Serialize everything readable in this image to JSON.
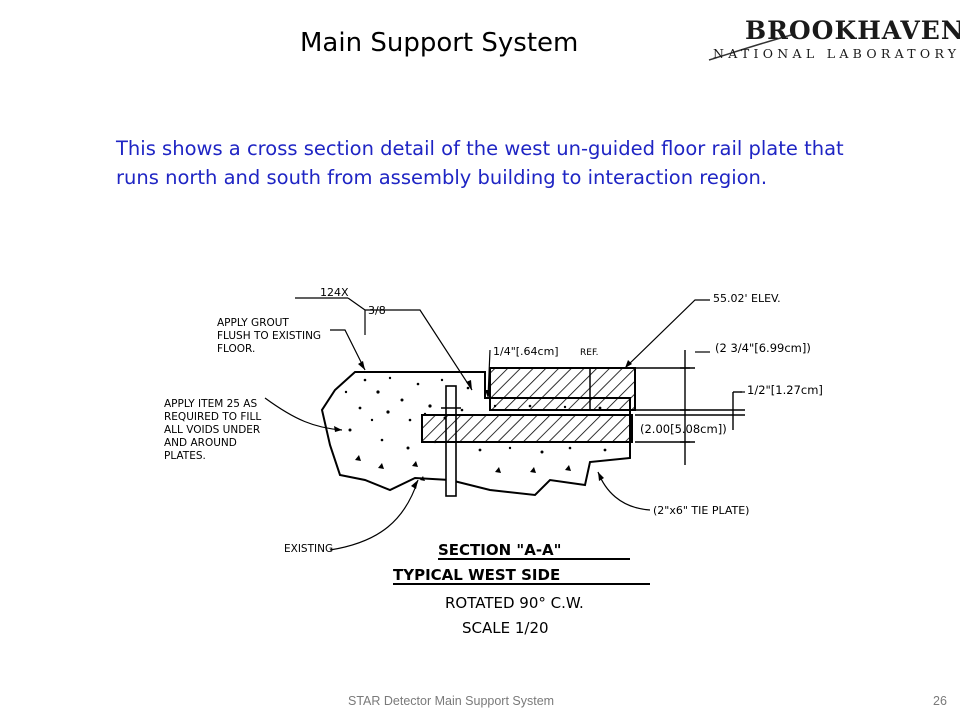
{
  "slide": {
    "title": "Main Support System",
    "description": "This shows a cross section detail of the west un-guided floor rail plate that runs north and south from assembly building to interaction region.",
    "footer": "STAR Detector Main Support System",
    "page_number": "26"
  },
  "logo": {
    "name": "BROOKHAVEN",
    "subtitle": "NATIONAL LABORATORY"
  },
  "drawing": {
    "weld_quantity": "124X",
    "weld_size": "3/8",
    "note_grout": [
      "APPLY GROUT",
      "FLUSH TO EXISTING",
      "FLOOR."
    ],
    "note_item25": [
      "APPLY ITEM 25 AS",
      "REQUIRED TO FILL",
      "ALL VOIDS UNDER",
      "AND AROUND",
      "PLATES."
    ],
    "note_existing": "EXISTING",
    "ref_quarter": "1/4\"[.64cm]",
    "ref_label": "REF.",
    "elevation": "55.02' ELEV.",
    "dim_top": "(2 3/4\"[6.99cm])",
    "dim_half": "1/2\"[1.27cm]",
    "dim_two": "(2.00[5.08cm])",
    "tie_plate": "(2\"x6\" TIE PLATE)",
    "section_title": "SECTION \"A-A\"",
    "section_subtitle": "TYPICAL WEST SIDE",
    "rotated": "ROTATED 90° C.W.",
    "scale": "SCALE 1/20"
  }
}
